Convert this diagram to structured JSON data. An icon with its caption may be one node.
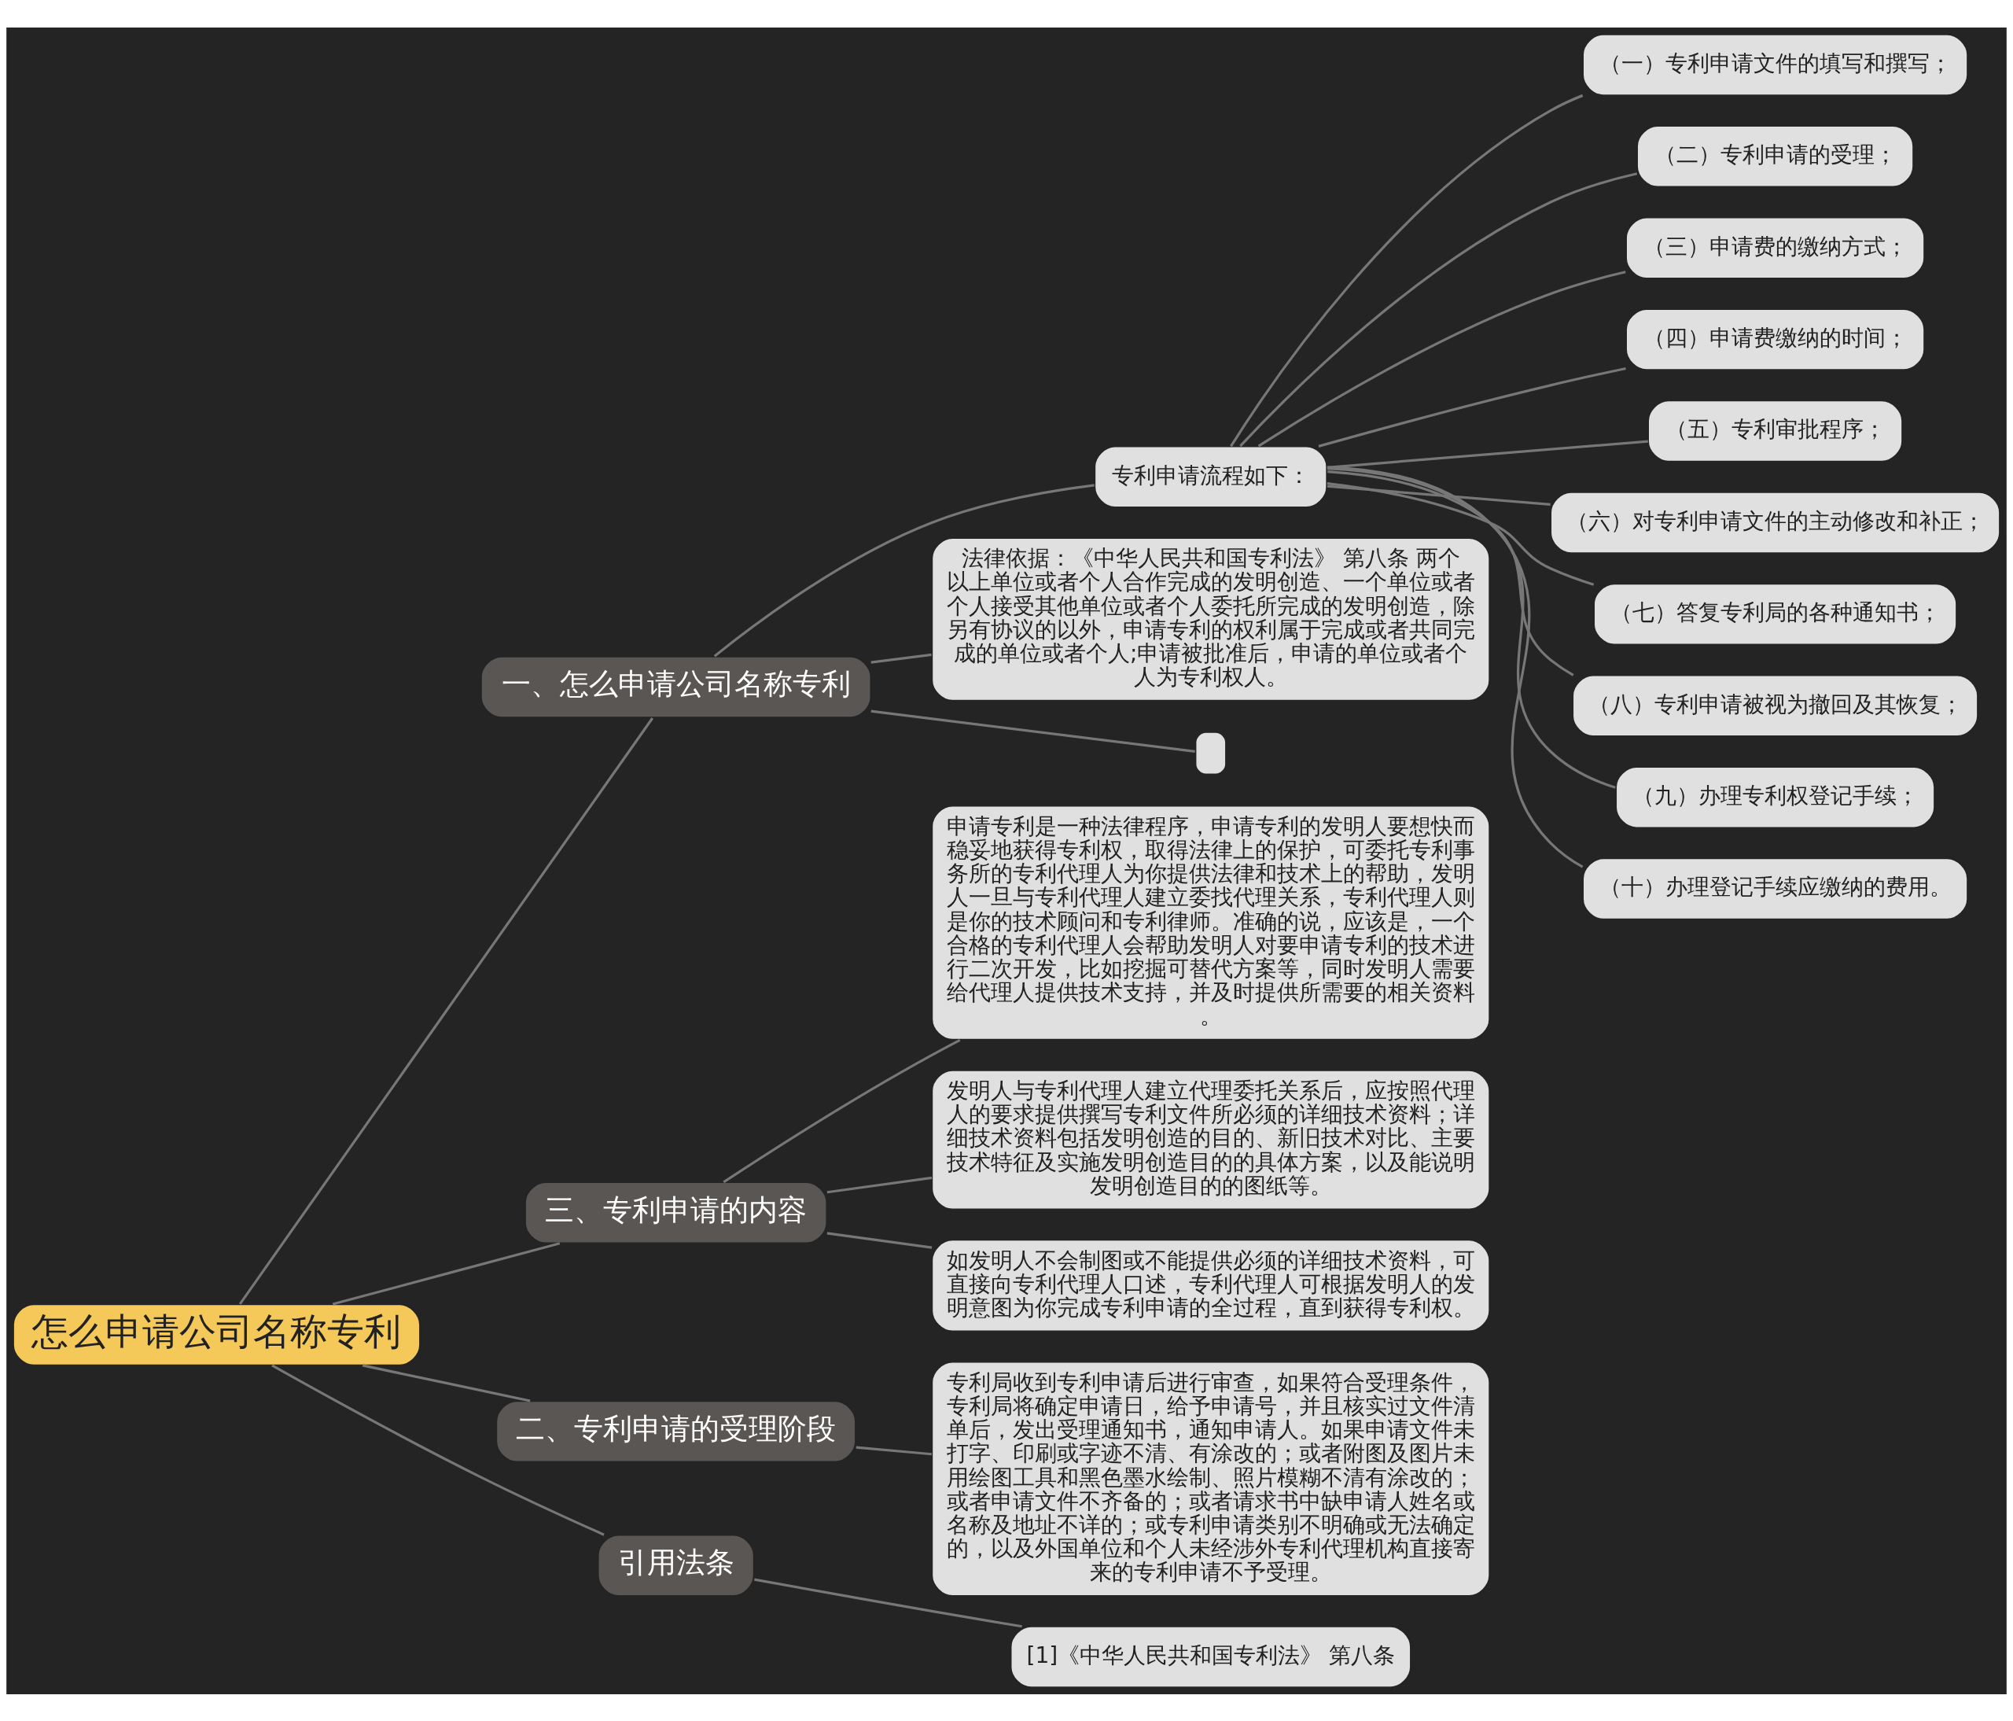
{
  "diagram": {
    "nodes": [
      {
        "text": [
          "怎么申请公司名称专利"
        ]
      },
      {
        "text": [
          "一、怎么申请公司名称专利"
        ]
      },
      {
        "text": [
          "专利申请流程如下："
        ]
      },
      {
        "text": [
          "（一）专利申请文件的填写和撰写；"
        ]
      },
      {
        "text": [
          "（二）专利申请的受理；"
        ]
      },
      {
        "text": [
          "（三）申请费的缴纳方式；"
        ]
      },
      {
        "text": [
          "（四）申请费缴纳的时间；"
        ]
      },
      {
        "text": [
          "（五）专利审批程序；"
        ]
      },
      {
        "text": [
          "（六）对专利申请文件的主动修改和补正；"
        ]
      },
      {
        "text": [
          "（七）答复专利局的各种通知书；"
        ]
      },
      {
        "text": [
          "（八）专利申请被视为撤回及其恢复；"
        ]
      },
      {
        "text": [
          "（九）办理专利权登记手续；"
        ]
      },
      {
        "text": [
          "（十）办理登记手续应缴纳的费用。"
        ]
      },
      {
        "text": [
          "法律依据：《中华人民共和国专利法》 第八条 两个以上单位或者个人合作完成的发明创造、一个单位或者个人接受其他单位或者个人委托所完成的发明创造，除另有协议的以外，申请专利的权利属于完成或者共同完成的单位或者个人;申请被批准后，申请的单位或者个人为专利权人。"
        ]
      },
      {
        "text": [],
        "shape": "box"
      },
      {
        "text": [
          "三、专利申请的内容"
        ]
      },
      {
        "text": [
          "申请专利是一种法律程序，申请专利的发明人要想快而稳妥地获得专利权，取得法律上的保护，可委托专利事务所的专利代理人为你提供法律和技术上的帮助，发明人一旦与专利代理人建立委找代理关系，专利代理人则是你的技术顾问和专利律师。准确的说，应该是，一个合格的专利代理人会帮助发明人对要申请专利的技术进行二次开发，比如挖掘可替代方案等，同时发明人需要给代理人提供技术支持，并及时提供所需要的相关资料。"
        ]
      },
      {
        "text": [
          "发明人与专利代理人建立代理委托关系后，应按照代理人的要求提供撰写专利文件所必须的详细技术资料；详细技术资料包括发明创造的目的、新旧技术对比、主要技术特征及实施发明创造目的的具体方案，以及能说明发明创造目的的图纸等。"
        ]
      },
      {
        "text": [
          "如发明人不会制图或不能提供必须的详细技术资料，可直接向专利代理人口述，专利代理人可根据发明人的发明意图为你完成专利申请的全过程，直到获得专利权。"
        ]
      },
      {
        "text": [
          "二、专利申请的受理阶段"
        ]
      },
      {
        "text": [
          "专利局收到专利申请后进行审查，如果符合受理条件，专利局将确定申请日，给予申请号，并且核实过文件清单后，发出受理通知书，通知申请人。如果申请文件未打字、印刷或字迹不清、有涂改的；或者附图及图片未用绘图工具和黑色墨水绘制、照片模糊不清有涂改的；或者申请文件不齐备的；或者请求书中缺申请人姓名或名称及地址不详的；或专利申请类别不明确或无法确定的，以及外国单位和个人未经涉外专利代理机构直接寄来的专利申请不予受理。"
        ]
      },
      {
        "text": [
          "引用法条"
        ]
      },
      {
        "text": [
          "[1]《中华人民共和国专利法》 第八条"
        ]
      }
    ],
    "edges": [
      {
        "from": 0,
        "to": 1,
        "arrow": "none"
      },
      {
        "from": 1,
        "to": 2,
        "arrow": "none"
      },
      {
        "from": 2,
        "to": 3,
        "arrow": "none"
      },
      {
        "from": 2,
        "to": 4,
        "arrow": "none"
      },
      {
        "from": 2,
        "to": 5,
        "arrow": "none"
      },
      {
        "from": 2,
        "to": 6,
        "arrow": "none"
      },
      {
        "from": 2,
        "to": 7,
        "arrow": "none"
      },
      {
        "from": 2,
        "to": 8,
        "arrow": "none"
      },
      {
        "from": 2,
        "to": 9,
        "arrow": "none"
      },
      {
        "from": 2,
        "to": 10,
        "arrow": "none"
      },
      {
        "from": 2,
        "to": 11,
        "arrow": "none"
      },
      {
        "from": 2,
        "to": 12,
        "arrow": "none"
      },
      {
        "from": 1,
        "to": 13,
        "arrow": "none"
      },
      {
        "from": 1,
        "to": 14,
        "arrow": "none"
      },
      {
        "from": 0,
        "to": 15,
        "arrow": "none"
      },
      {
        "from": 15,
        "to": 16,
        "arrow": "none"
      },
      {
        "from": 15,
        "to": 17,
        "arrow": "none"
      },
      {
        "from": 15,
        "to": 18,
        "arrow": "none"
      },
      {
        "from": 0,
        "to": 19,
        "arrow": "none"
      },
      {
        "from": 19,
        "to": 20,
        "arrow": "none"
      },
      {
        "from": 0,
        "to": 21,
        "arrow": "none"
      },
      {
        "from": 21,
        "to": 22,
        "arrow": "none"
      }
    ]
  }
}
